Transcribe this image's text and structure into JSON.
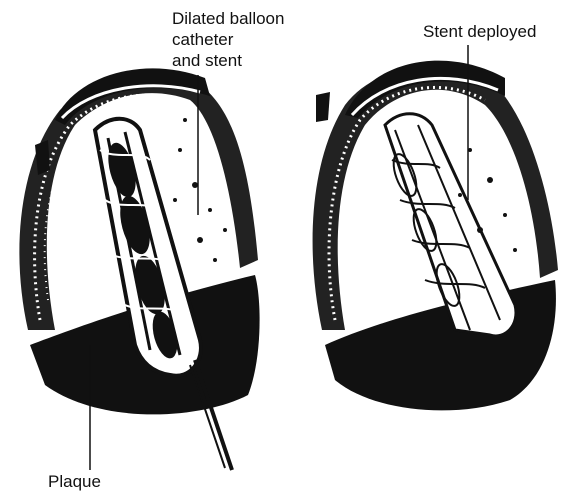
{
  "labels": {
    "dilated_line1": "Dilated balloon",
    "dilated_line2": "catheter",
    "dilated_line3": "and stent",
    "stent_deployed": "Stent deployed",
    "plaque": "Plaque"
  },
  "colors": {
    "ink": "#111111",
    "paper": "#ffffff"
  }
}
